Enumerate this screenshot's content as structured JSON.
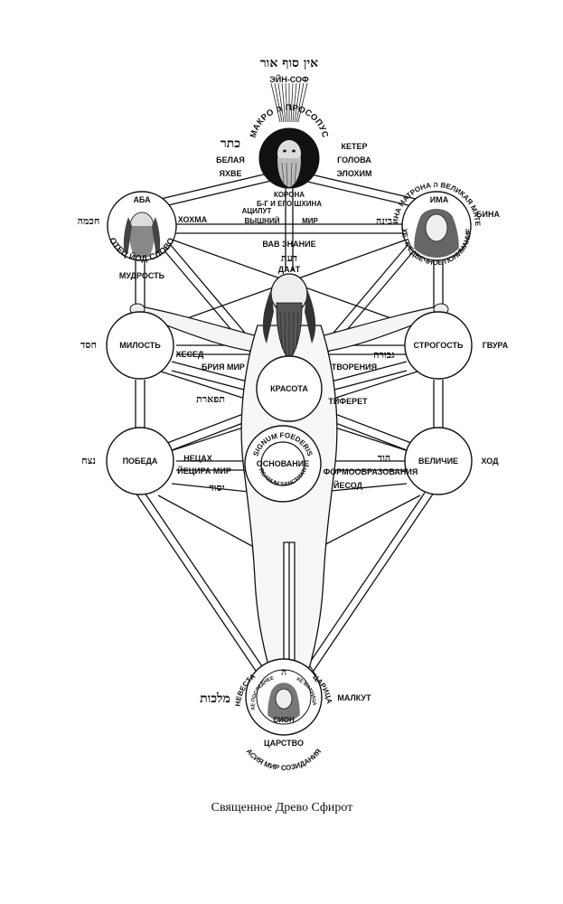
{
  "top": {
    "hebrew": "אין סוף אור",
    "ein_sof": "ЭЙН-СОФ",
    "macroprosopus": "МАКРО ה ПРОСОПУС"
  },
  "keter": {
    "hebrew": "כתר",
    "left1": "БЕЛАЯ",
    "left2": "ЯХВЕ",
    "right1": "КЕТЕР",
    "right2": "ГОЛОВА",
    "right3": "ЭЛОХИМ",
    "under1": "КОРОНА",
    "under2": "Б-Г И ЕГО ШХИНА",
    "atzilut1": "АЦИЛУТ",
    "atzilut2": "ВЫШНИЙ",
    "mir": "МИР"
  },
  "chokhmah": {
    "name": "АБА",
    "hebrew": "חכמה",
    "label": "ХОХМА",
    "arc": "ОТЕЦ ЙОД СЛОВО",
    "arc2": "МУДРОСТЬ"
  },
  "binah": {
    "name": "ИМА",
    "hebrew": "בינה",
    "label": "БИНА",
    "arc_top": "ШХИНА МАТРОНА ה ВЕЛИКАЯ МАТЕРЬ",
    "arc_bottom": "ХЕ ПРЕДВЕЧНОЕ ПОНИМАНИЕ"
  },
  "daat": {
    "label1": "ВАВ ЗНАНИЕ",
    "hebrew": "דעת",
    "label2": "ДААТ"
  },
  "chesed": {
    "name": "МИЛОСТЬ",
    "hebrew": "חסד",
    "label": "ХЕСЕД",
    "world": "БРИЯ МИР"
  },
  "gevurah": {
    "name": "СТРОГОСТЬ",
    "hebrew": "גבורה",
    "label": "ГВУРА",
    "world": "ТВОРЕНИЯ"
  },
  "tiferet": {
    "name": "КРАСОТА",
    "hebrew": "תפארת",
    "label": "ТИФЕРЕТ"
  },
  "netzach": {
    "name": "ПОБЕДА",
    "hebrew": "נצח",
    "label": "НЕЦАХ",
    "world": "ЙЕЦИРА МИР"
  },
  "hod": {
    "name": "ВЕЛИЧИЕ",
    "hebrew": "הוד",
    "label": "ХОД",
    "world": "ФОРМООБРАЗОВАНИЯ"
  },
  "yesod": {
    "name": "ОСНОВАНИЕ",
    "hebrew": "יסוד",
    "label": "ЙЕСОД",
    "arc_top": "SIGNUM FOEDERIS",
    "arc_bottom": "ORGANUM SANCTITATIS"
  },
  "malkhut": {
    "hebrew": "מלכות",
    "label": "МАЛКУТ",
    "heh": "ה",
    "arc_left": "НЕВЕСТА",
    "arc_right": "ЦАРИЦА",
    "inner_left": "ХЕ ПОСЛЕДНЕЕ",
    "inner_right": "ХЕ МАТРИЦА",
    "zion": "СИОН",
    "name": "ЦАРСТВО",
    "arc_bottom": "АСИЯ МИР СОЗИДАНИЯ"
  },
  "caption": "Священное Древо Сфирот"
}
